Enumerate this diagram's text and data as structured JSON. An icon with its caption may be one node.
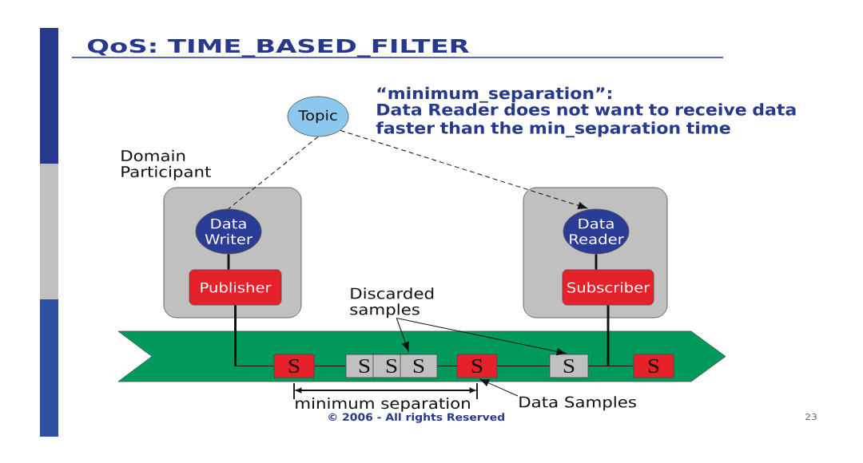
{
  "diagram": {
    "title": "QoS: TIME_BASED_FILTER",
    "nodes": [
      {
        "text": [
          "Topic"
        ]
      },
      {
        "text": [
          "Domain Participant"
        ]
      },
      {
        "text": [
          "Data Writer"
        ],
        "in": 1
      },
      {
        "text": [
          "Publisher"
        ],
        "in": 1
      },
      {
        "text": [],
        "shape": "box"
      },
      {
        "text": [
          "Data Reader"
        ],
        "in": 4
      },
      {
        "text": [
          "Subscriber"
        ],
        "in": 4
      },
      {
        "text": [
          "Discarded samples"
        ]
      },
      {
        "text": [],
        "shape": "arrow"
      },
      {
        "text": [
          "S"
        ],
        "in": 8
      },
      {
        "text": [
          "S"
        ],
        "in": 8
      },
      {
        "text": [
          "S"
        ],
        "in": 8
      },
      {
        "text": [
          "S"
        ],
        "in": 8
      },
      {
        "text": [
          "S"
        ],
        "in": 8
      },
      {
        "text": [
          "S"
        ],
        "in": 8
      },
      {
        "text": [
          "S"
        ],
        "in": 8
      },
      {
        "text": [
          "Data Samples"
        ]
      }
    ],
    "edges": [
      {
        "from": 0,
        "to": 2,
        "arrow": "none",
        "style": "dashed"
      },
      {
        "from": 0,
        "to": 5,
        "arrow": "to",
        "style": "dashed"
      },
      {
        "from": 2,
        "to": 3,
        "arrow": "none",
        "style": "thick"
      },
      {
        "from": 5,
        "to": 6,
        "arrow": "none",
        "style": "thick"
      },
      {
        "from": 3,
        "to": 9,
        "arrow": "none",
        "style": "thick"
      },
      {
        "from": 9,
        "to": 10,
        "arrow": "none"
      },
      {
        "from": 12,
        "to": 13,
        "arrow": "none"
      },
      {
        "from": 13,
        "to": 14,
        "arrow": "none"
      },
      {
        "from": 6,
        "to": 14,
        "arrow": "none",
        "style": "thick"
      },
      {
        "from": 6,
        "to": 15,
        "arrow": "none",
        "style": "thick"
      },
      {
        "from": 7,
        "to": 12,
        "arrow": "to"
      },
      {
        "from": 7,
        "to": 14,
        "arrow": "to"
      },
      {
        "from": 16,
        "to": 13,
        "arrow": "to"
      }
    ],
    "labels": [
      "“minimum_separation”:",
      "Data Reader does not want to receive data faster than the min_separation time",
      "minimum separation",
      "© 2006 - All rights Reserved",
      "23"
    ]
  }
}
